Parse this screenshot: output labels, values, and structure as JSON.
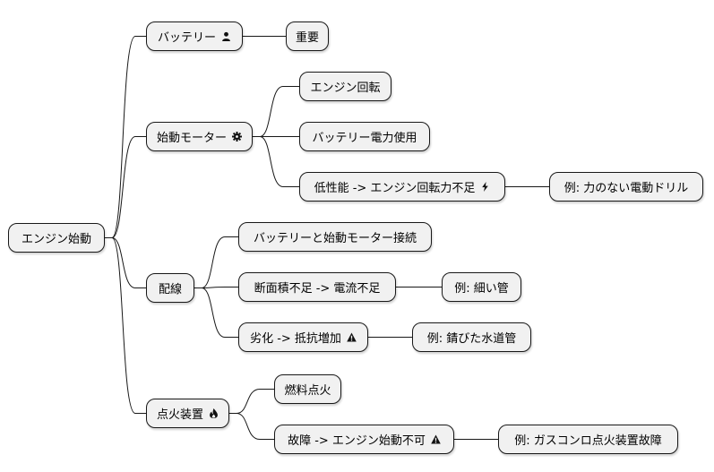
{
  "mindmap": {
    "root": {
      "label": "エンジン始動"
    },
    "branches": {
      "battery": {
        "label": "バッテリー",
        "icon": "user-icon",
        "children": {
          "important": "重要"
        }
      },
      "starter": {
        "label": "始動モーター",
        "icon": "gear-icon",
        "children": {
          "rotate": "エンジン回転",
          "power": "バッテリー電力使用",
          "low_perf": "低性能 -> エンジン回転力不足",
          "low_perf_icon": "bolt-icon",
          "low_perf_example": "例: 力のない電動ドリル"
        }
      },
      "wiring": {
        "label": "配線",
        "children": {
          "connect": "バッテリーと始動モーター接続",
          "thin": "断面積不足 -> 電流不足",
          "thin_example": "例: 細い管",
          "degrade": "劣化 -> 抵抗増加",
          "degrade_icon": "warning-icon",
          "degrade_example": "例: 錆びた水道管"
        }
      },
      "ignition": {
        "label": "点火装置",
        "icon": "fire-icon",
        "children": {
          "fuel": "燃料点火",
          "fault": "故障 -> エンジン始動不可",
          "fault_icon": "warning-icon",
          "fault_example": "例: ガスコンロ点火装置故障"
        }
      }
    },
    "colors": {
      "node_fill": "#f1f1f1",
      "node_border": "#181818",
      "line": "#181818"
    }
  }
}
